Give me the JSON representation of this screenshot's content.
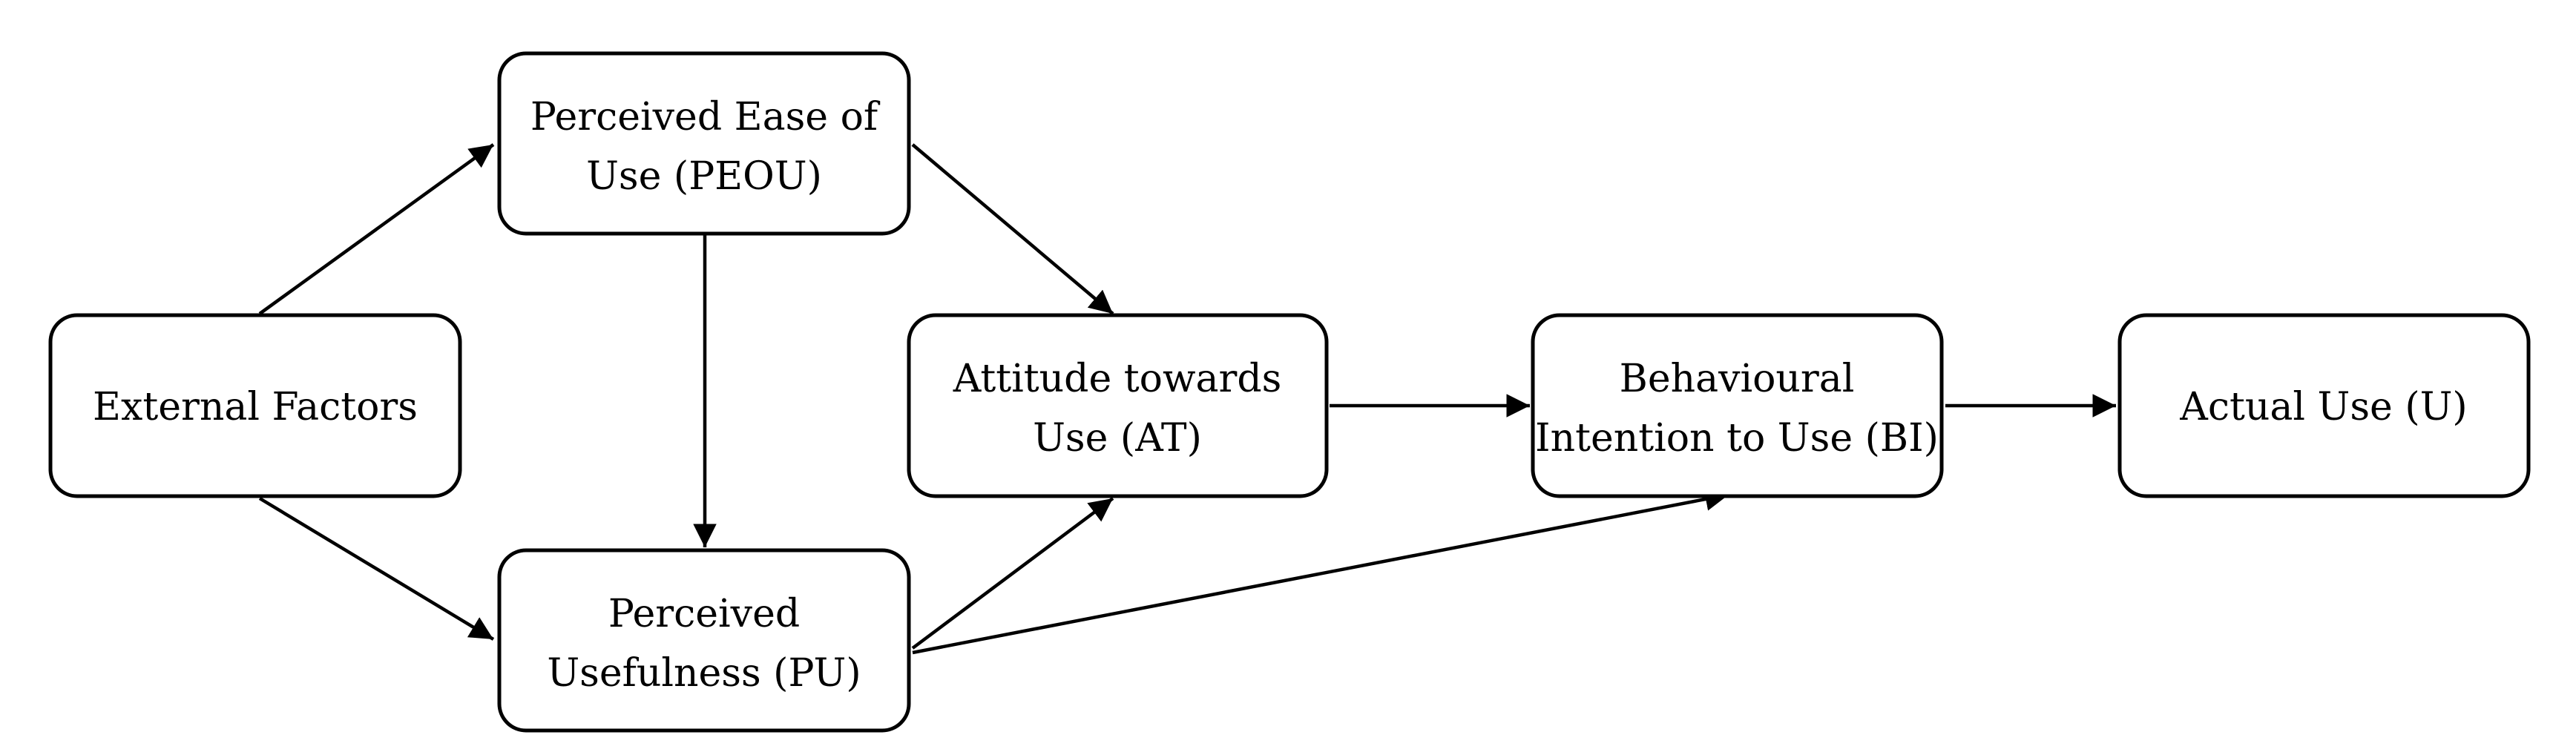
{
  "diagram": {
    "nodes": {
      "external": {
        "lines": [
          "External Factors"
        ]
      },
      "peou": {
        "lines": [
          "Perceived Ease of",
          "Use (PEOU)"
        ]
      },
      "pu": {
        "lines": [
          "Perceived",
          "Usefulness (PU)"
        ]
      },
      "at": {
        "lines": [
          "Attitude towards",
          "Use (AT)"
        ]
      },
      "bi": {
        "lines": [
          "Behavioural",
          "Intention to Use (BI)"
        ]
      },
      "use": {
        "lines": [
          "Actual Use (U)"
        ]
      }
    },
    "edges": [
      {
        "from": "external",
        "to": "peou"
      },
      {
        "from": "external",
        "to": "pu"
      },
      {
        "from": "peou",
        "to": "pu"
      },
      {
        "from": "peou",
        "to": "at"
      },
      {
        "from": "pu",
        "to": "at"
      },
      {
        "from": "pu",
        "to": "bi"
      },
      {
        "from": "at",
        "to": "bi"
      },
      {
        "from": "bi",
        "to": "use"
      }
    ]
  }
}
